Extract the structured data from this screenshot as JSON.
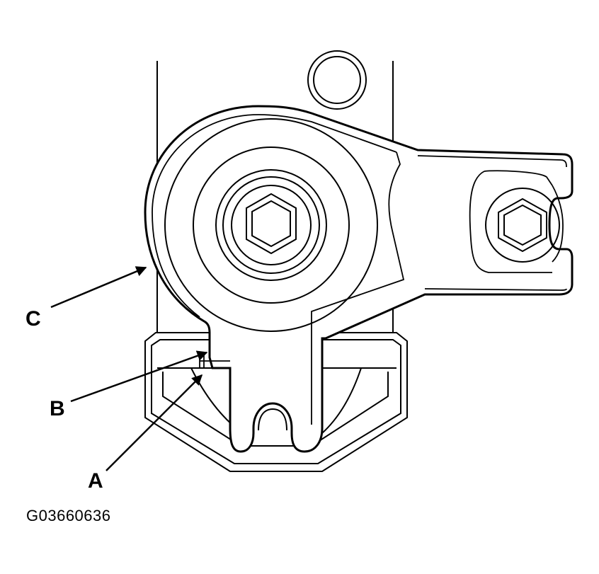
{
  "callouts": {
    "a": "A",
    "b": "B",
    "c": "C"
  },
  "figure_code": "G03660636",
  "colors": {
    "line": "#000000",
    "background": "#ffffff"
  }
}
